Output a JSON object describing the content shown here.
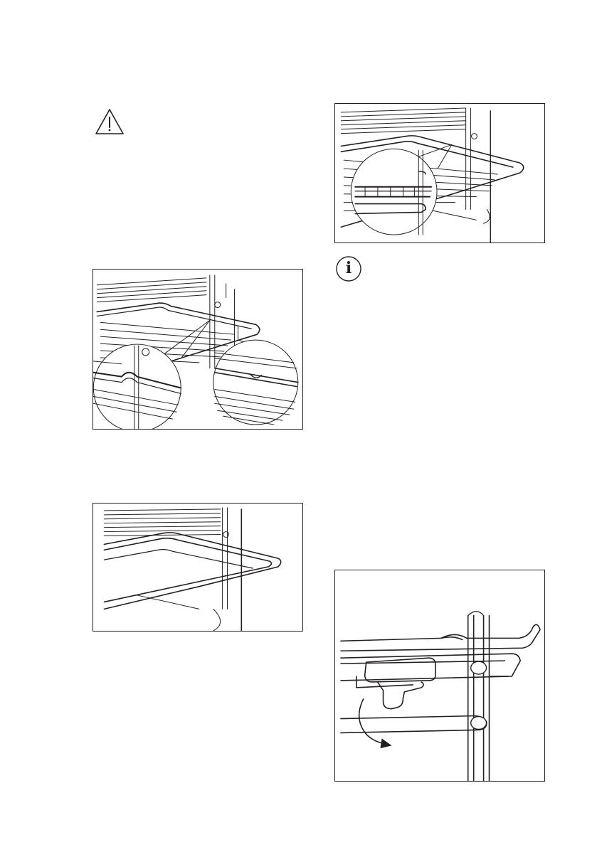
{
  "page": {
    "icons": {
      "warning": "warning-triangle-icon",
      "info": "info-circle-icon"
    },
    "info_glyph": "i",
    "colors": {
      "ink": "#231f20",
      "background": "#ffffff"
    },
    "figures": [
      {
        "id": "wire-shelf-lock-detail",
        "caption": ""
      },
      {
        "id": "deep-pan-insert",
        "caption": ""
      },
      {
        "id": "wire-shelf-on-runners",
        "caption": ""
      },
      {
        "id": "shelf-support-release",
        "caption": ""
      }
    ]
  }
}
